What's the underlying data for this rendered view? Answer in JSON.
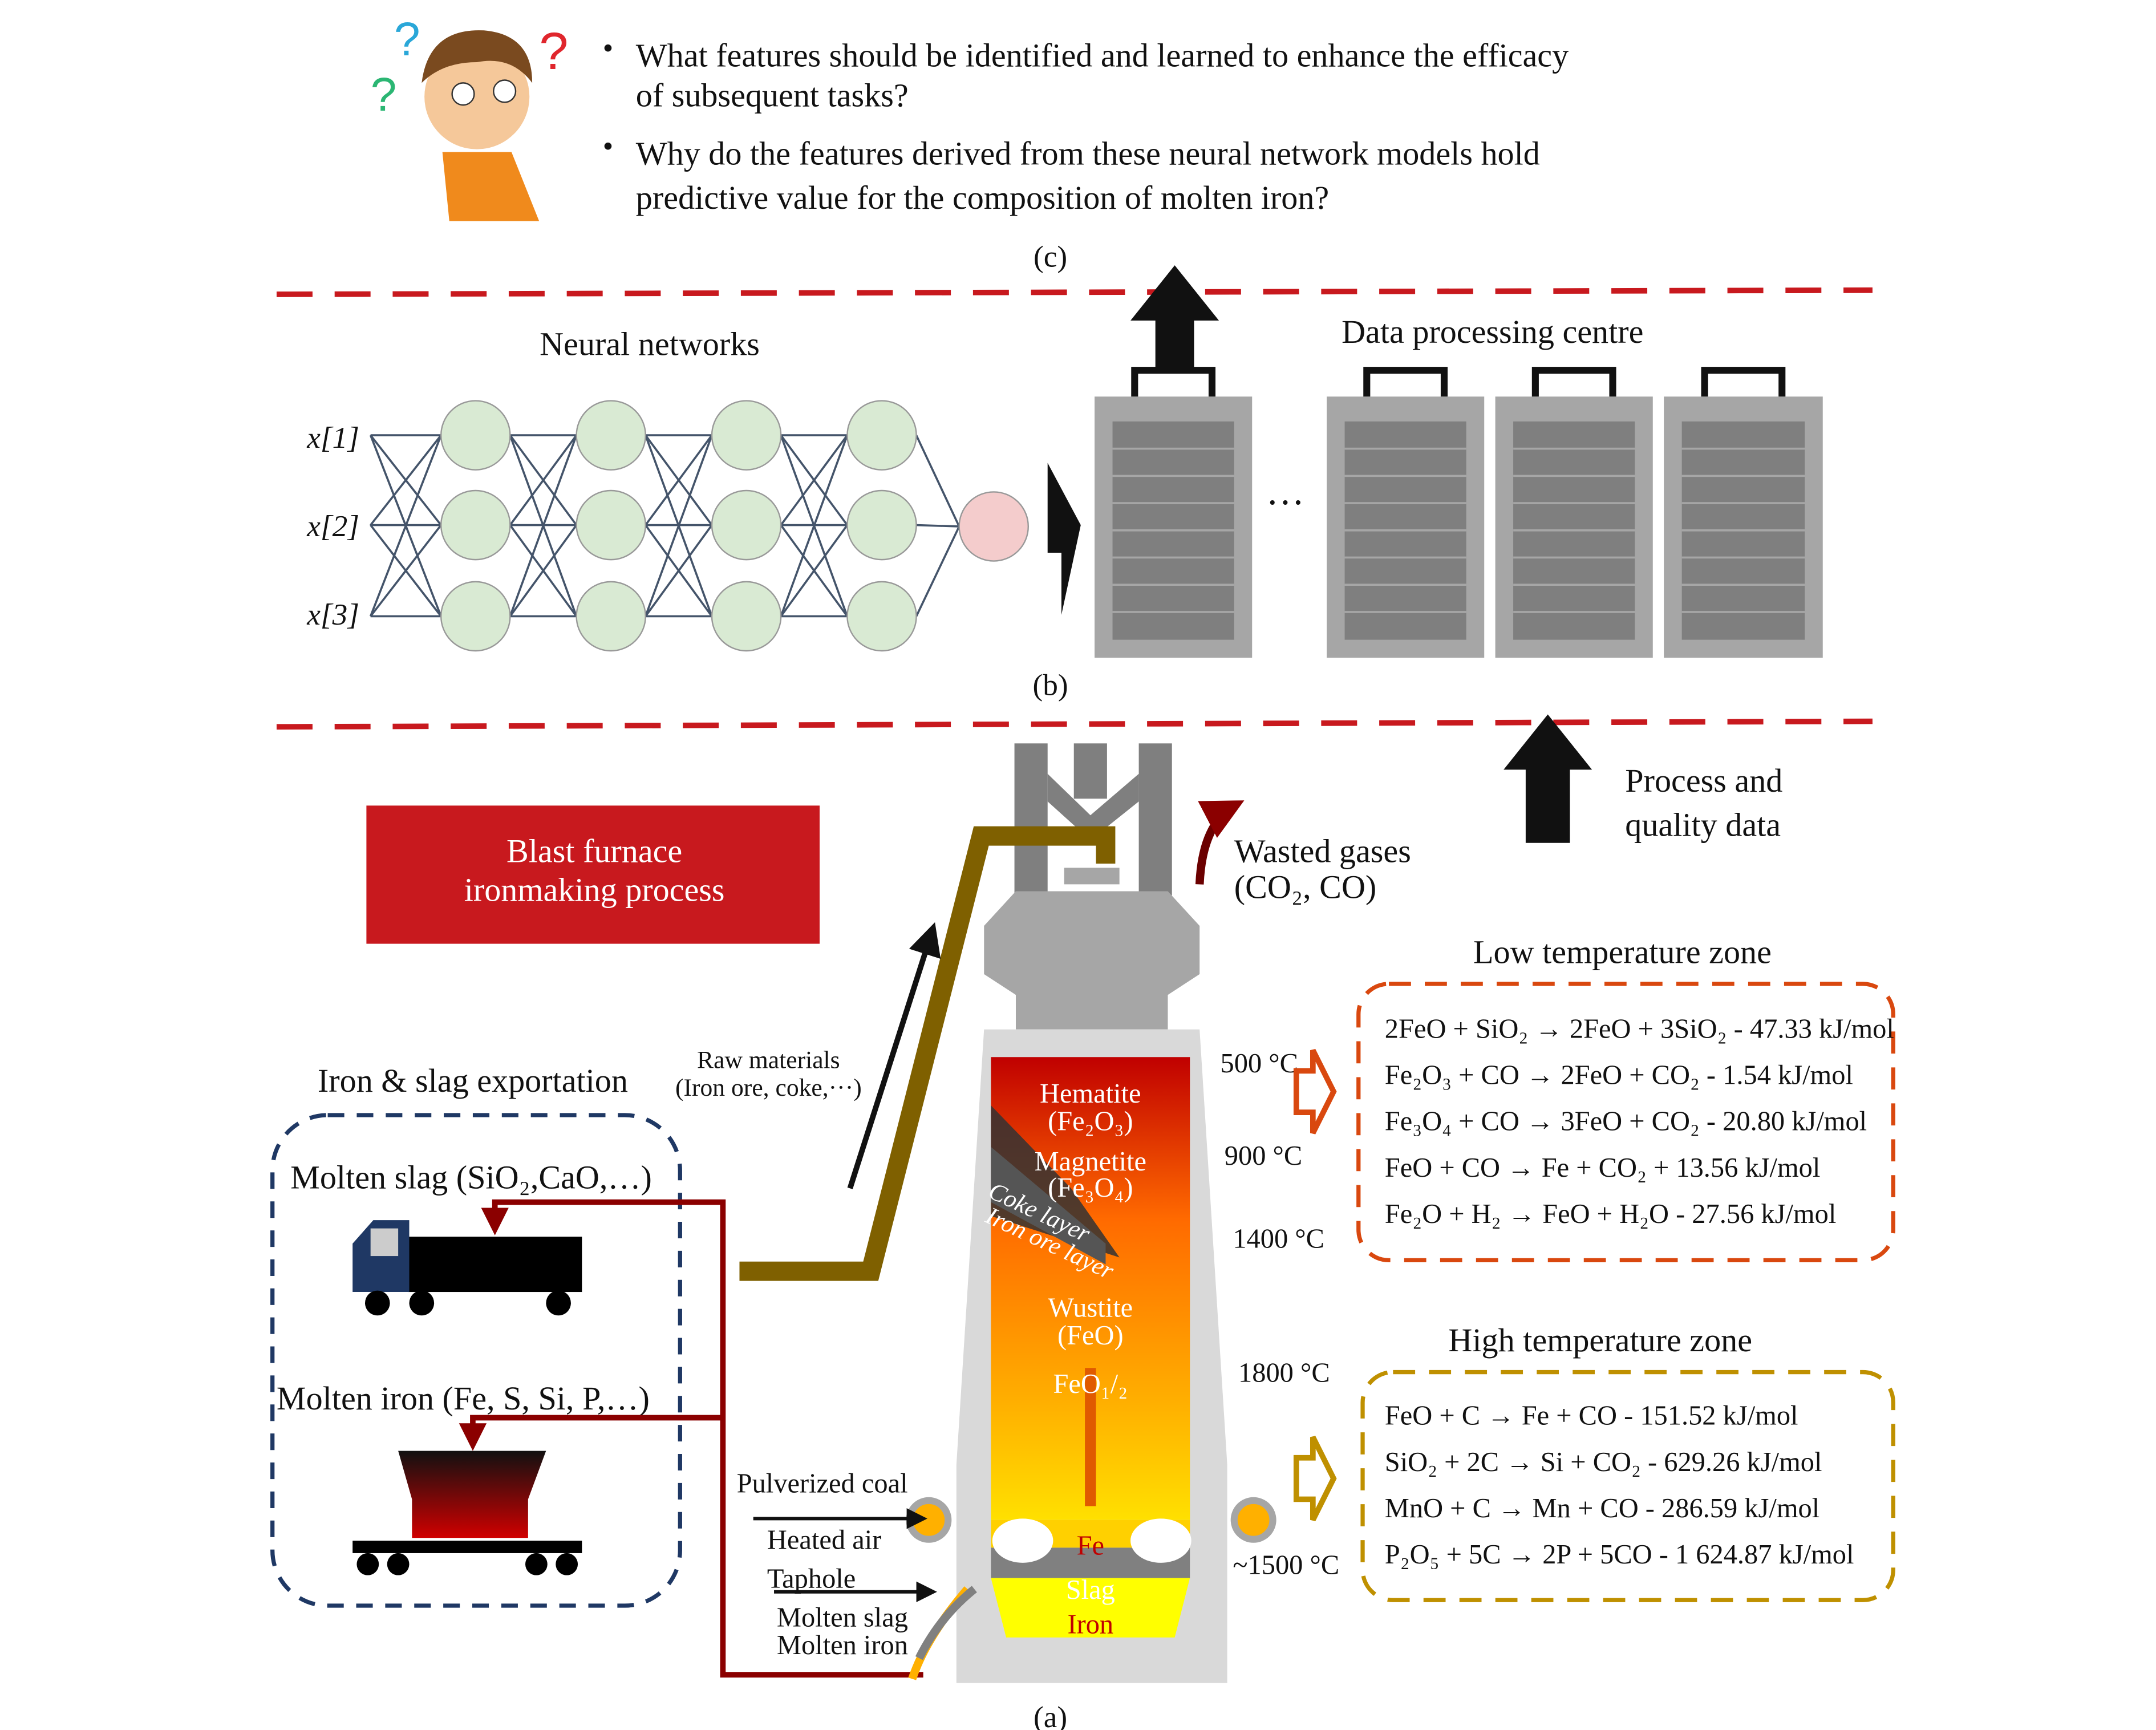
{
  "panel_c": {
    "questions": [
      [
        "What features should be identified and learned to enhance the efficacy",
        "of subsequent tasks?"
      ],
      [
        "Why do the features derived from these neural network models hold",
        "predictive value for the composition of molten iron?"
      ]
    ],
    "label": "(c)",
    "bullet": "•",
    "question_marks": [
      "?",
      "?",
      "?"
    ]
  },
  "panel_b": {
    "nn_title": "Neural networks",
    "inputs": [
      "x[1]",
      "x[2]",
      "x[3]"
    ],
    "dpc_title": "Data processing centre",
    "ellipsis": "···",
    "label": "(b)"
  },
  "panel_a": {
    "process_data": [
      "Process and",
      "quality data"
    ],
    "title_box": [
      "Blast furnace",
      "ironmaking process"
    ],
    "wasted_gases": [
      "Wasted gases",
      "(CO₂, CO)"
    ],
    "raw_materials": [
      "Raw materials",
      "(Iron ore, coke,···)"
    ],
    "export_title": "Iron & slag exportation",
    "molten_slag": "Molten slag (SiO₂,CaO,…)",
    "molten_iron": "Molten iron (Fe, S, Si, P,…)",
    "zones": {
      "hematite": [
        "Hematite",
        "(Fe₂O₃)"
      ],
      "magnetite": [
        "Magnetite",
        "(Fe₃O₄)"
      ],
      "coke_layer": "Coke layer",
      "iron_ore_layer": "Iron ore layer",
      "wustite": [
        "Wustite",
        "(FeO)"
      ],
      "feo": "FeO₁/₂",
      "fe": "Fe",
      "slag": "Slag",
      "iron": "Iron"
    },
    "temperatures": [
      "500 °C",
      "900 °C",
      "1400 °C",
      "1800 °C",
      "~1500 °C"
    ],
    "inputs_left": [
      "Pulverized coal",
      "Heated air",
      "Taphole",
      "Molten slag",
      "Molten iron"
    ],
    "low_zone": {
      "title": "Low temperature zone",
      "reactions": [
        "2FeO + SiO₂ → 2FeO + 3SiO₂ - 47.33 kJ/mol",
        "Fe₂O₃ + CO → 2FeO + CO₂ - 1.54 kJ/mol",
        "Fe₃O₄ + CO → 3FeO + CO₂ - 20.80 kJ/mol",
        "FeO + CO → Fe + CO₂ + 13.56 kJ/mol",
        "Fe₂O + H₂ → FeO + H₂O - 27.56 kJ/mol"
      ]
    },
    "high_zone": {
      "title": "High temperature zone",
      "reactions": [
        "FeO + C → Fe + CO - 151.52 kJ/mol",
        "SiO₂ + 2C → Si + CO₂ - 629.26 kJ/mol",
        "MnO + C → Mn + CO - 286.59 kJ/mol",
        "P₂O₅ + 5C → 2P + 5CO - 1 624.87 kJ/mol"
      ]
    },
    "label": "(a)"
  },
  "colors": {
    "divider": "#c8191e",
    "title_box": "#c8191e",
    "low_zone": "#d9480f",
    "high_zone": "#bf9000",
    "export_box": "#1f3864"
  }
}
